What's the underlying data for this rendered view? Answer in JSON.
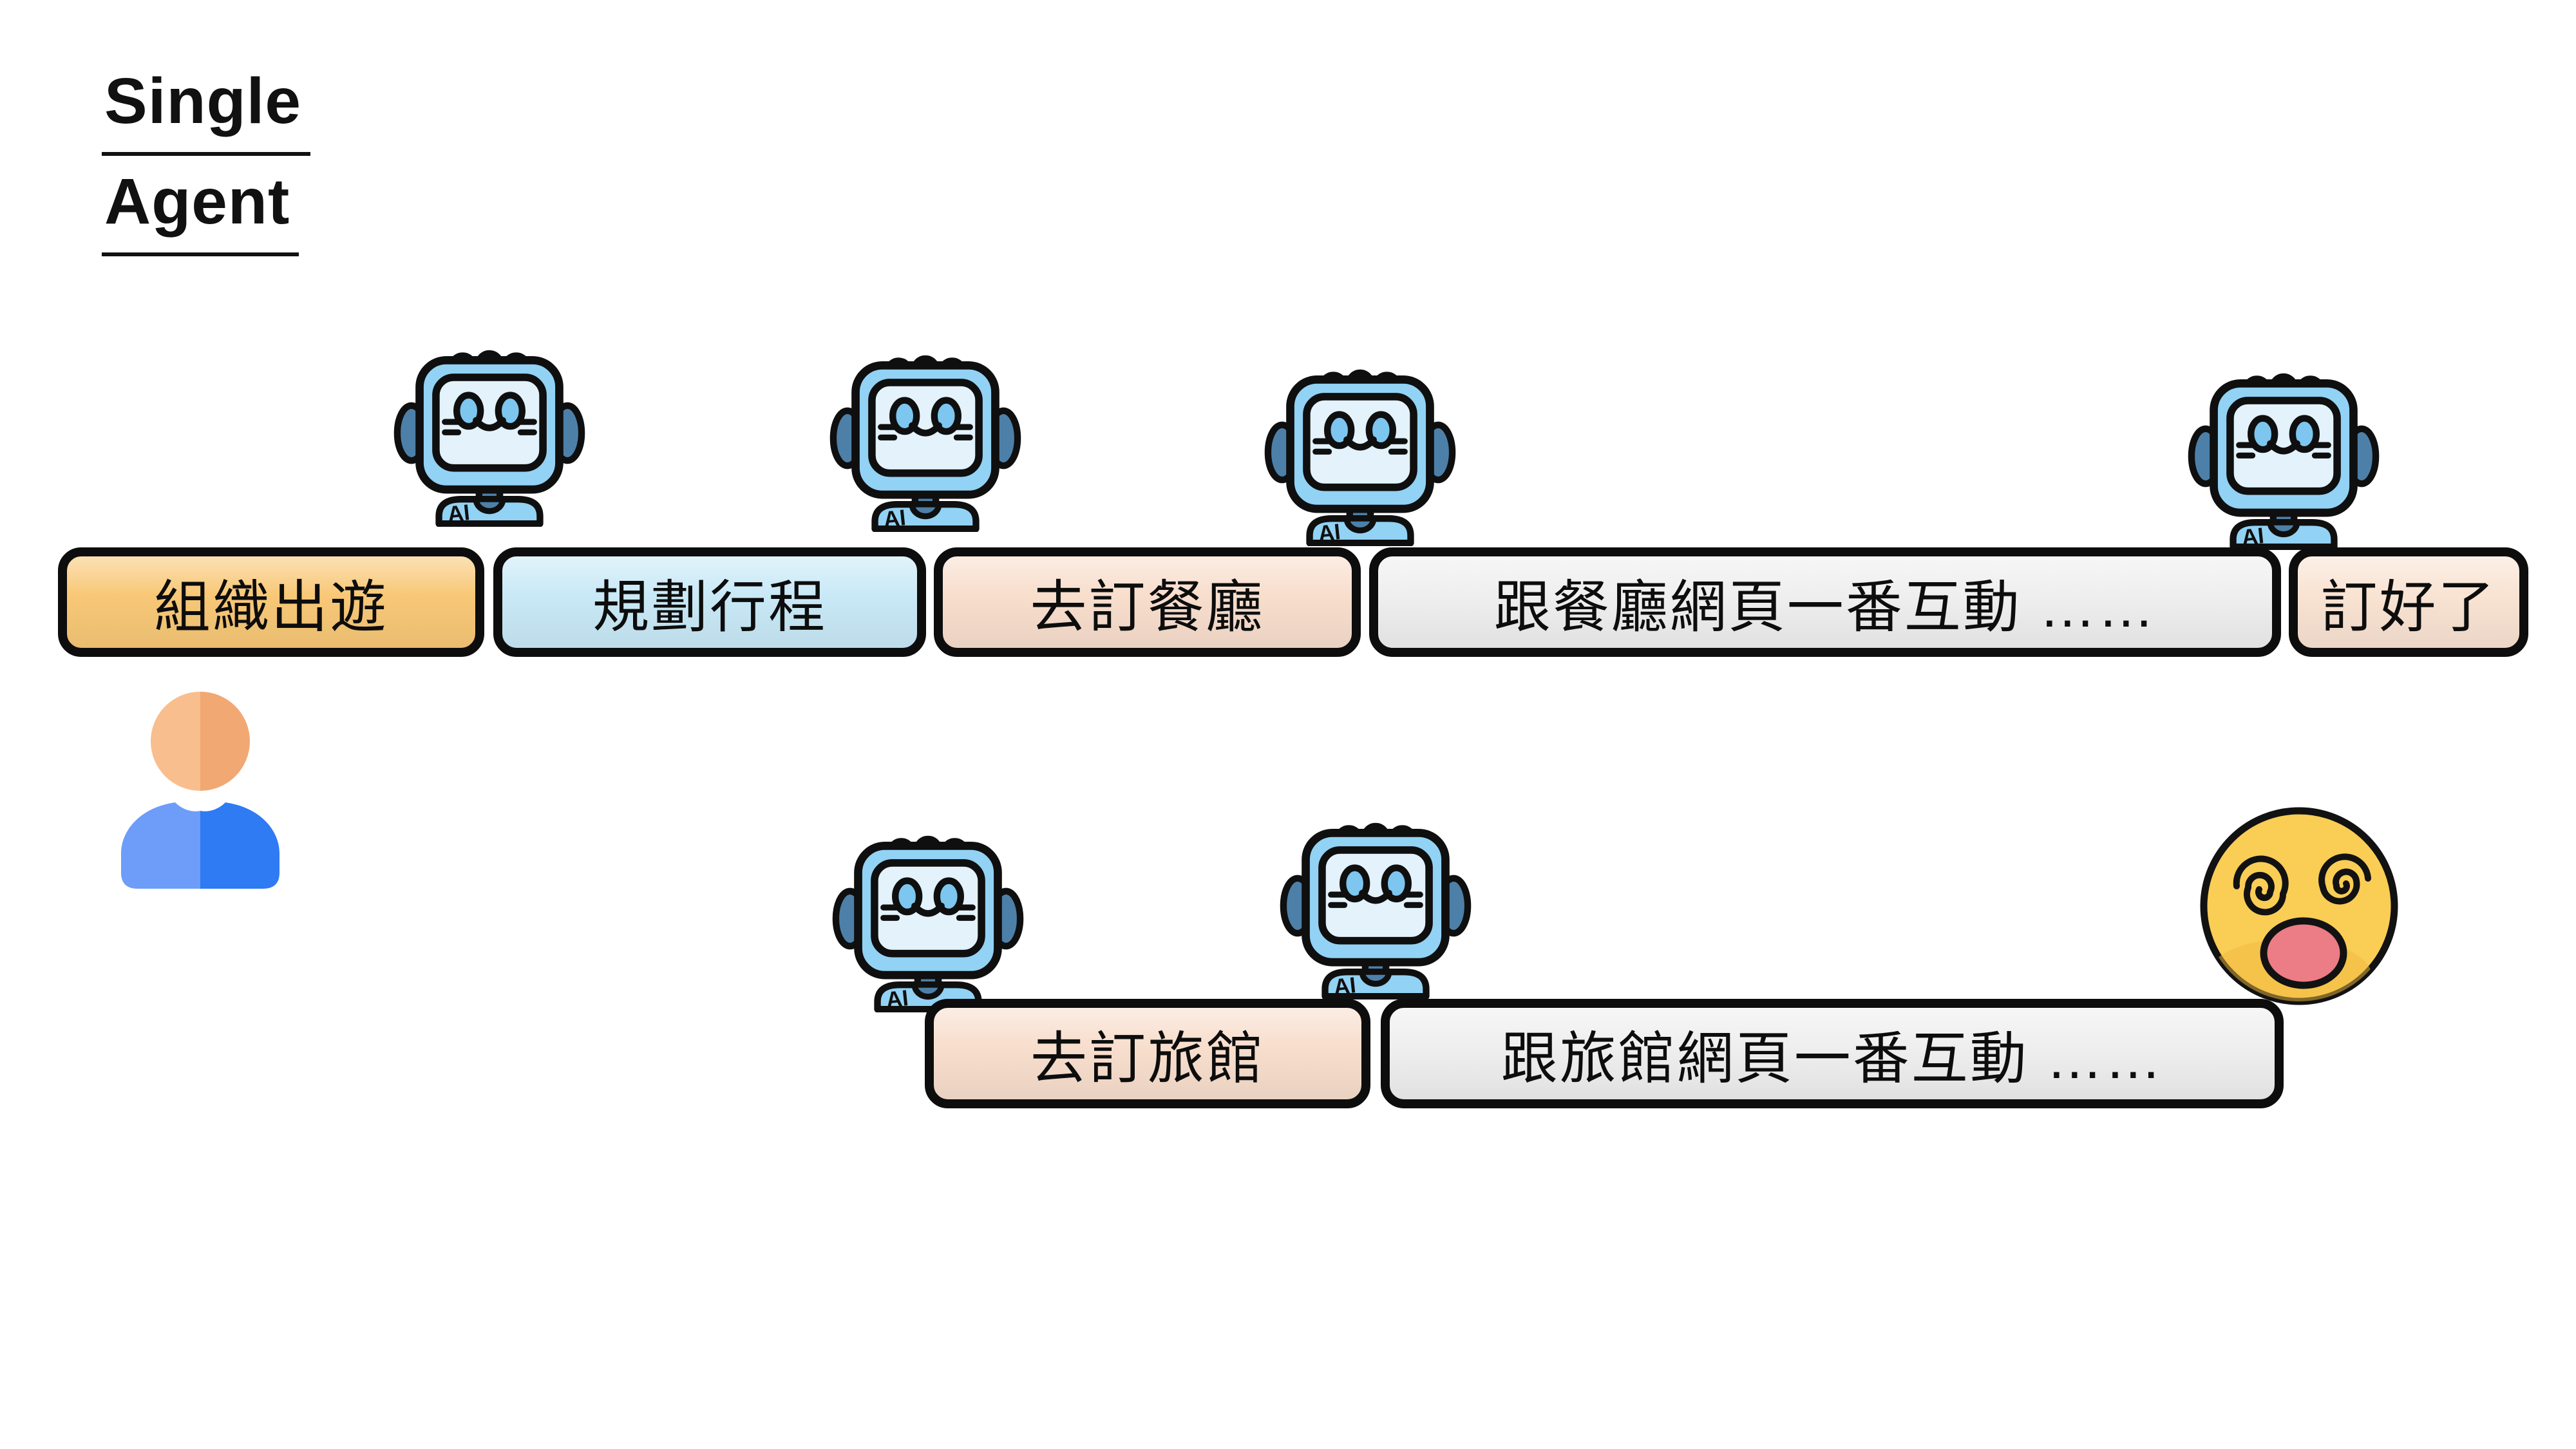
{
  "page": {
    "background": "#FFFFFF"
  },
  "title": {
    "line1": "Single",
    "line2": "Agent"
  },
  "flow_row1": {
    "steps": [
      {
        "id": "organize-trip",
        "label": "組織出遊",
        "bg": "#F8C877"
      },
      {
        "id": "plan-itinerary",
        "label": "規劃行程",
        "bg": "#C9E9F7"
      },
      {
        "id": "book-restaurant",
        "label": "去訂餐廳",
        "bg": "#F8DECD"
      },
      {
        "id": "restaurant-web-interaction",
        "label": "跟餐廳網頁一番互動 ……",
        "bg": "#EFEFEF"
      },
      {
        "id": "booked",
        "label": "訂好了",
        "bg": "#F9E3D3"
      }
    ]
  },
  "flow_row2": {
    "steps": [
      {
        "id": "book-hotel",
        "label": "去訂旅館",
        "bg": "#F8DECD"
      },
      {
        "id": "hotel-web-interaction",
        "label": "跟旅館網頁一番互動 ……",
        "bg": "#EFEFEF"
      }
    ]
  },
  "robot": {
    "badge": "AI"
  },
  "icons": {
    "robot": "ai-robot-icon",
    "user": "user-icon",
    "dizzy": "dizzy-face-icon"
  },
  "colors": {
    "outline": "#0D0D0D",
    "robot_body": "#92D2F4",
    "robot_screen": "#E3F2FB",
    "robot_eye": "#7CC6EF",
    "robot_accent": "#4D80A8",
    "robot_bump": "#E2606B",
    "user_head_left": "#F9BE8D",
    "user_head_right": "#F1A873",
    "user_body_left": "#6D9DF8",
    "user_body_right": "#2E7BF3",
    "emoji_face": "#FACD55",
    "emoji_shade": "#F0B93F",
    "emoji_mouth": "#EC7C85"
  }
}
